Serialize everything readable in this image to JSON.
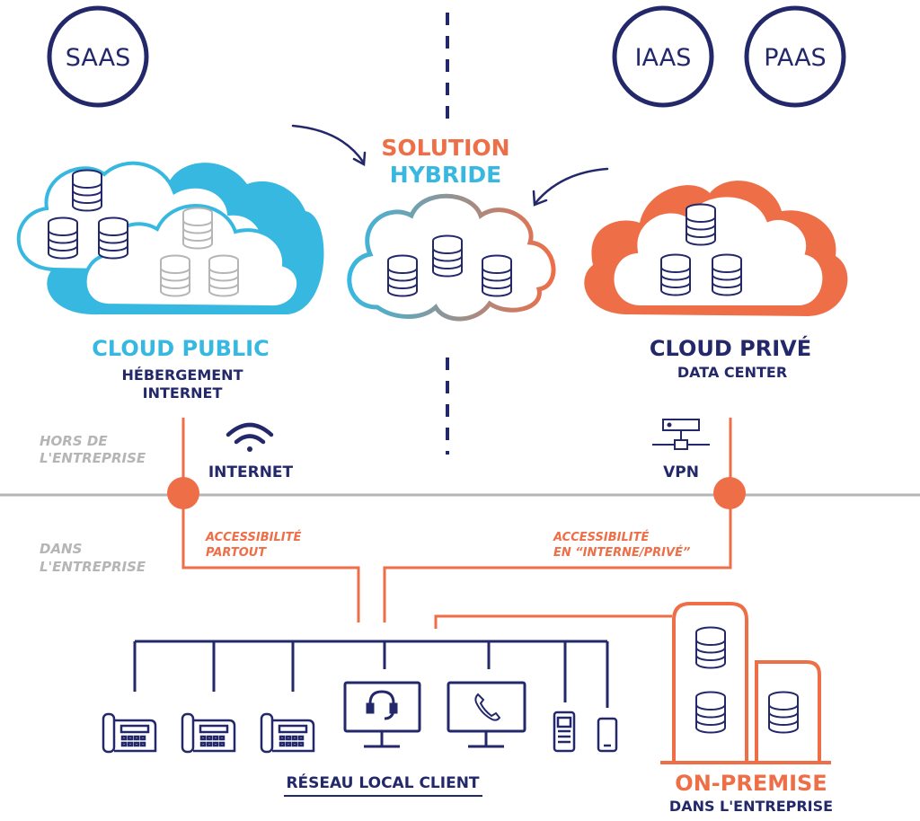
{
  "models": {
    "saas": "SAAS",
    "iaas": "IAAS",
    "paas": "PAAS"
  },
  "hybrid": {
    "line1": "SOLUTION",
    "line2": "HYBRIDE"
  },
  "cloud_public": {
    "title": "CLOUD PUBLIC",
    "sub1": "HÉBERGEMENT",
    "sub2": "INTERNET"
  },
  "cloud_prive": {
    "title": "CLOUD PRIVÉ",
    "sub1": "DATA CENTER"
  },
  "zones": {
    "outside_1": "HORS DE",
    "outside_2": "L'ENTREPRISE",
    "inside_1": "DANS",
    "inside_2": "L'ENTREPRISE"
  },
  "links": {
    "internet": "INTERNET",
    "vpn": "VPN",
    "access_everywhere_1": "ACCESSIBILITÉ",
    "access_everywhere_2": "PARTOUT",
    "access_internal_1": "ACCESSIBILITÉ",
    "access_internal_2": "EN “INTERNE/PRIVÉ”"
  },
  "lan": {
    "label": "RÉSEAU LOCAL CLIENT"
  },
  "on_premise": {
    "title": "ON-PREMISE",
    "sub": "DANS L'ENTREPRISE"
  },
  "icons": [
    "desk-phone-icon",
    "headset-monitor-icon",
    "phone-monitor-icon",
    "mobile-phone-icon",
    "wifi-icon",
    "vpn-network-icon",
    "database-icon"
  ],
  "colors": {
    "navy": "#23286b",
    "cyan": "#37b8e0",
    "orange": "#ee6e47",
    "gray": "#b5b5b5",
    "light_gray": "#cfcfcf"
  }
}
